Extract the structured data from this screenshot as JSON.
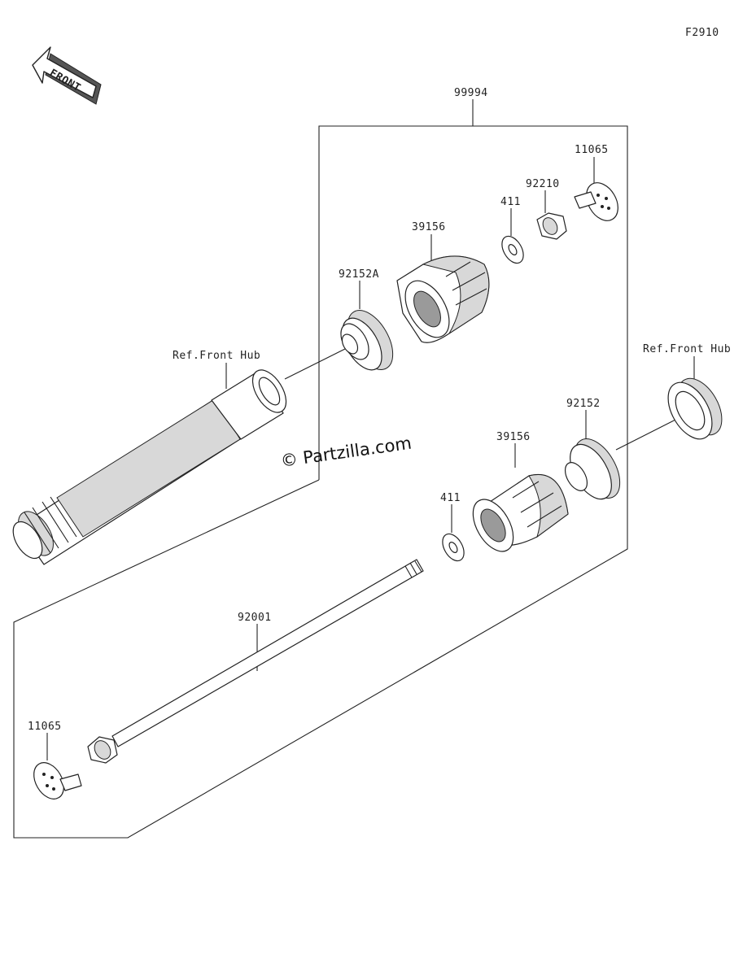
{
  "diagram_code": "F2910",
  "front_arrow_label": "FRONT",
  "watermark": "© Partzilla.com",
  "callouts": {
    "kit": "99994",
    "ref_hub_left": "Ref.Front Hub",
    "ref_hub_right": "Ref.Front Hub",
    "clip_top": "11065",
    "nut": "92210",
    "washer_top": "411",
    "slider_top": "39156",
    "spacer_top": "92152A",
    "spacer_bottom": "92152",
    "slider_bottom": "39156",
    "washer_bottom": "411",
    "bolt": "92001",
    "clip_bottom": "11065"
  }
}
